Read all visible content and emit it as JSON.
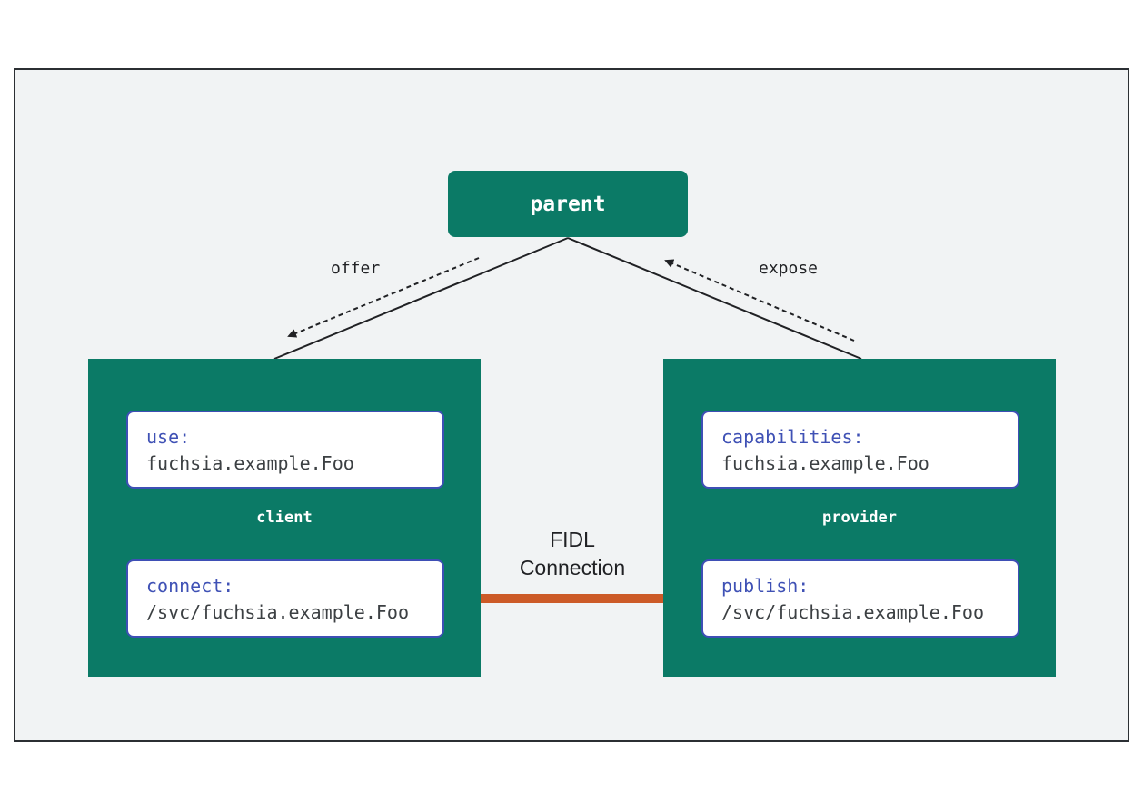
{
  "parent": {
    "label": "parent"
  },
  "edges": {
    "offer": "offer",
    "expose": "expose",
    "fidl_line1": "FIDL",
    "fidl_line2": "Connection"
  },
  "client": {
    "label": "client",
    "use": {
      "key": "use:",
      "value": "fuchsia.example.Foo"
    },
    "connect": {
      "key": "connect:",
      "value": "/svc/fuchsia.example.Foo"
    }
  },
  "provider": {
    "label": "provider",
    "capabilities": {
      "key": "capabilities:",
      "value": "fuchsia.example.Foo"
    },
    "publish": {
      "key": "publish:",
      "value": "/svc/fuchsia.example.Foo"
    }
  },
  "colors": {
    "component_fill": "#0b7a66",
    "card_border": "#3e4fb5",
    "keyword": "#3f51b5",
    "fidl_connection": "#cc5a27",
    "background": "#f1f3f4"
  }
}
